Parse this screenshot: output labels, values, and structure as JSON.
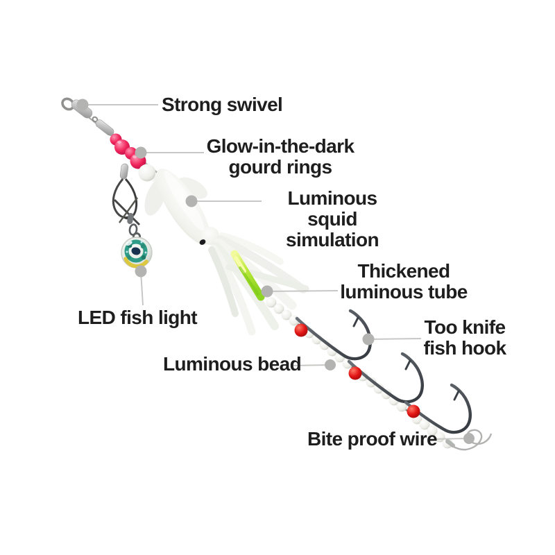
{
  "figure": {
    "type": "annotated-product-diagram",
    "subject": "luminous squid fishing lure rig"
  },
  "labels": [
    {
      "id": "strong-swivel",
      "text": "Strong swivel"
    },
    {
      "id": "gourd-rings",
      "text": "Glow-in-the-dark\ngourd rings"
    },
    {
      "id": "luminous-squid",
      "text": "Luminous squid\nsimulation"
    },
    {
      "id": "thickened-tube",
      "text": "Thickened\nluminous tube"
    },
    {
      "id": "led-fish-light",
      "text": "LED fish light"
    },
    {
      "id": "luminous-bead",
      "text": "Luminous bead"
    },
    {
      "id": "fish-hook",
      "text": "Too knife\nfish hook"
    },
    {
      "id": "bite-proof-wire",
      "text": "Bite proof wire"
    }
  ],
  "colors": {
    "background": "#ffffff",
    "label_text": "#1e1e1e",
    "callout_line": "#c7c7c5",
    "callout_dot": "#b3b3b1",
    "gourd_ring_pink": "#f1255c",
    "luminous_bead_white": "#f2f2ee",
    "red_bead": "#e11414",
    "luminous_tube_green": "#9fe02b",
    "led_light_teal": "#2f9c87",
    "led_light_yellow": "#dcc83e",
    "hook_metal": "#4e535a",
    "squid_body": "#f4f4f1"
  }
}
